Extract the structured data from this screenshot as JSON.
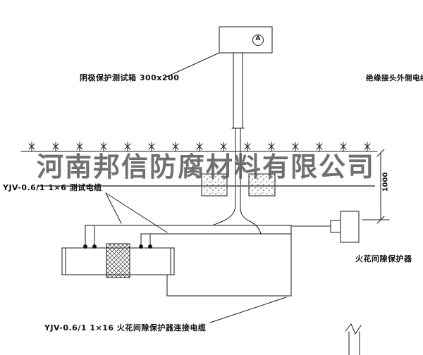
{
  "watermark": {
    "text": "河南邦信防腐材料有限公司"
  },
  "labels": {
    "test_box": "阴极保护测试箱 300x200",
    "insulated_joint_cable": "绝缘接头外侧电缆",
    "test_cable": "YJV-0.6/1 1×6  测试电缆",
    "spark_gap_protector": "火花间隙保护器",
    "spark_gap_cable": "YJV-0.6/1 1×16  火花间隙保护器连接电缆"
  },
  "dimension": {
    "ground_to_protector": "1000"
  },
  "meter": {
    "letter": "A"
  },
  "colors": {
    "line": "#1a1a1a",
    "watermark": "#5c5c5c",
    "background": "#ffffff"
  }
}
